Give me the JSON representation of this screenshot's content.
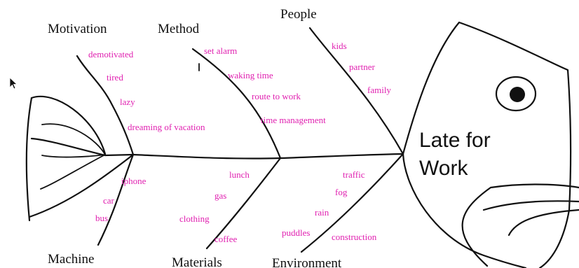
{
  "colors": {
    "ink": "#111111",
    "cause_text": "#e020b0",
    "background": "#ffffff"
  },
  "problem": {
    "line1": "Late for",
    "line2": "Work"
  },
  "categories": {
    "motivation": {
      "label": "Motivation",
      "causes": [
        "demotivated",
        "tired",
        "lazy",
        "dreaming of vacation"
      ]
    },
    "method": {
      "label": "Method",
      "causes": [
        "set alarm",
        "waking time",
        "route to work",
        "time management"
      ]
    },
    "people": {
      "label": "People",
      "causes": [
        "kids",
        "partner",
        "family"
      ]
    },
    "machine": {
      "label": "Machine",
      "causes": [
        "iphone",
        "car",
        "bus"
      ]
    },
    "materials": {
      "label": "Materials",
      "causes": [
        "lunch",
        "gas",
        "clothing",
        "coffee"
      ]
    },
    "environment": {
      "label": "Environment",
      "causes": [
        "traffic",
        "fog",
        "rain",
        "puddles",
        "construction"
      ]
    }
  },
  "icons": {
    "cursor": "mouse-pointer-icon"
  }
}
